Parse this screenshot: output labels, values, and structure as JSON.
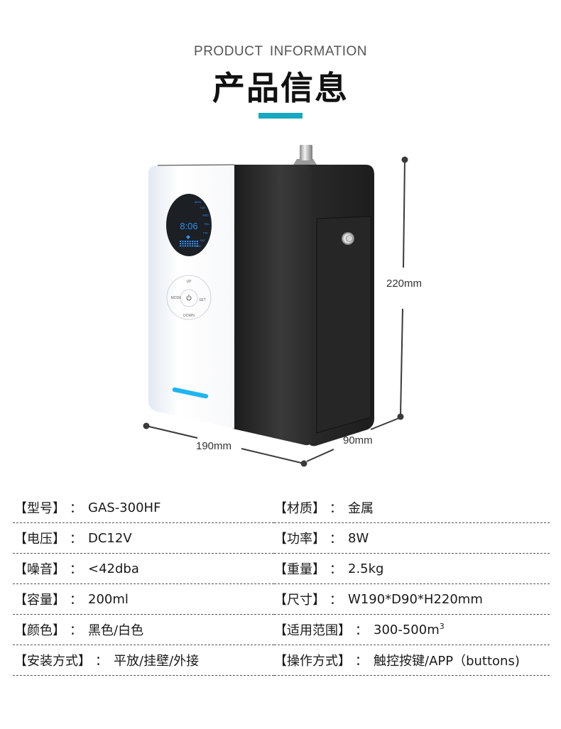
{
  "header": {
    "subtitle": "PRODUCT  INFORMATION",
    "title": "产品信息",
    "accent_color": "#16a9bf"
  },
  "product": {
    "display": {
      "time": "8:06",
      "days": [
        "MON",
        "TUE",
        "WED",
        "THU",
        "FRI",
        "SAT",
        "SUN"
      ]
    },
    "buttons": {
      "up": "UP",
      "down": "DOWN",
      "mode": "MODE",
      "set": "SET",
      "power_icon": "power-icon"
    },
    "dimensions": {
      "width": "190mm",
      "depth": "90mm",
      "height": "220mm"
    },
    "led_color": "#1fb5f0"
  },
  "specs": [
    {
      "left": {
        "label": "【型号】",
        "value": "GAS-300HF"
      },
      "right": {
        "label": "【材质】",
        "value": "金属"
      }
    },
    {
      "left": {
        "label": "【电压】",
        "value": "DC12V"
      },
      "right": {
        "label": "【功率】",
        "value": "8W"
      }
    },
    {
      "left": {
        "label": "【噪音】",
        "value": "<42dba"
      },
      "right": {
        "label": "【重量】",
        "value": "2.5kg"
      }
    },
    {
      "left": {
        "label": "【容量】",
        "value": "200ml"
      },
      "right": {
        "label": "【尺寸】",
        "value": "W190*D90*H220mm"
      }
    },
    {
      "left": {
        "label": "【颜色】",
        "value": "黑色/白色"
      },
      "right": {
        "label": "【适用范围】",
        "value": "300-500m",
        "value_sup": "3"
      }
    },
    {
      "left": {
        "label": "【安装方式】",
        "value": "平放/挂壁/外接"
      },
      "right": {
        "label": "【操作方式】",
        "value": "触控按键/APP（buttons)"
      }
    }
  ],
  "colon": "："
}
